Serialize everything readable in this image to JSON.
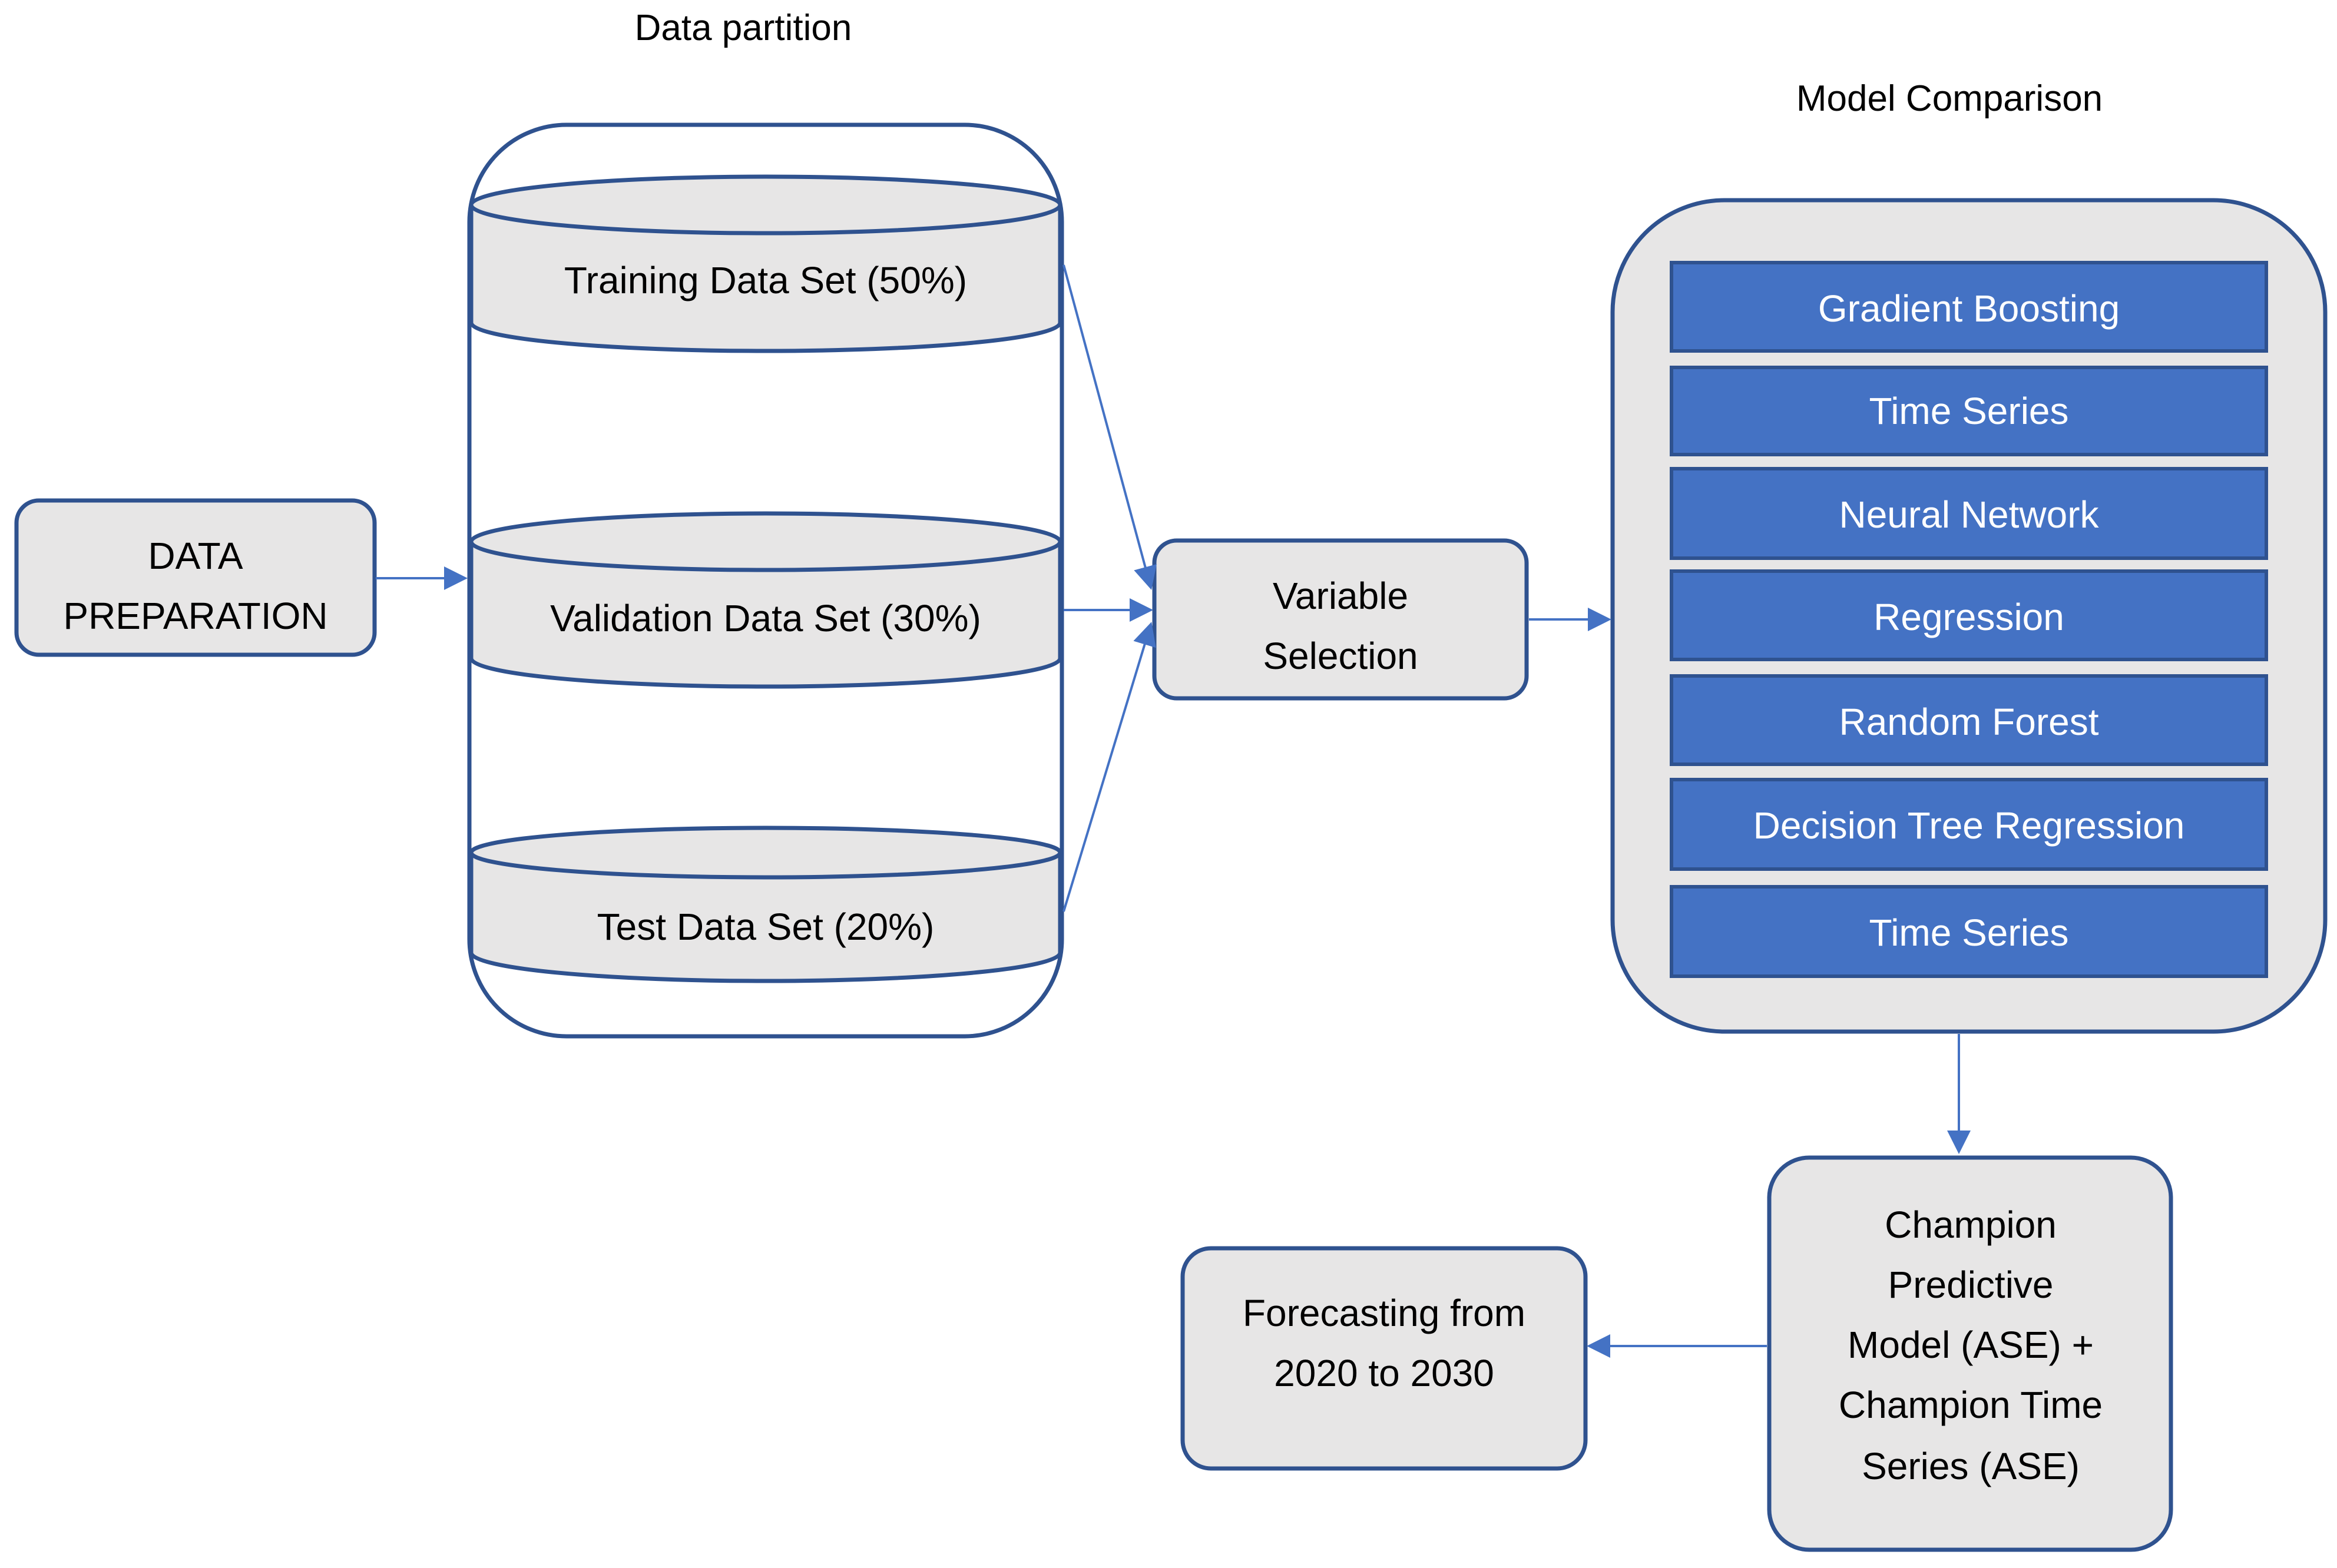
{
  "colors": {
    "box_fill": "#e7e6e6",
    "box_stroke": "#2f528f",
    "model_fill": "#4472c4",
    "arrow": "#4472c4"
  },
  "titles": {
    "data_partition": "Data partition",
    "model_comparison": "Model Comparison"
  },
  "data_preparation": {
    "line1": "DATA",
    "line2": "PREPARATION"
  },
  "partitions": [
    {
      "label": "Training Data Set (50%)"
    },
    {
      "label": "Validation Data Set (30%)"
    },
    {
      "label": "Test Data Set (20%)"
    }
  ],
  "variable_selection": {
    "line1": "Variable",
    "line2": "Selection"
  },
  "models": [
    {
      "label": "Gradient Boosting"
    },
    {
      "label": "Time Series"
    },
    {
      "label": "Neural Network"
    },
    {
      "label": "Regression"
    },
    {
      "label": "Random Forest"
    },
    {
      "label": "Decision Tree Regression"
    },
    {
      "label": "Time Series"
    }
  ],
  "champion": {
    "line1": "Champion",
    "line2": "Predictive",
    "line3": "Model (ASE) +",
    "line4": "Champion Time",
    "line5": "Series (ASE)"
  },
  "forecasting": {
    "line1": "Forecasting from",
    "line2": "2020 to 2030"
  }
}
